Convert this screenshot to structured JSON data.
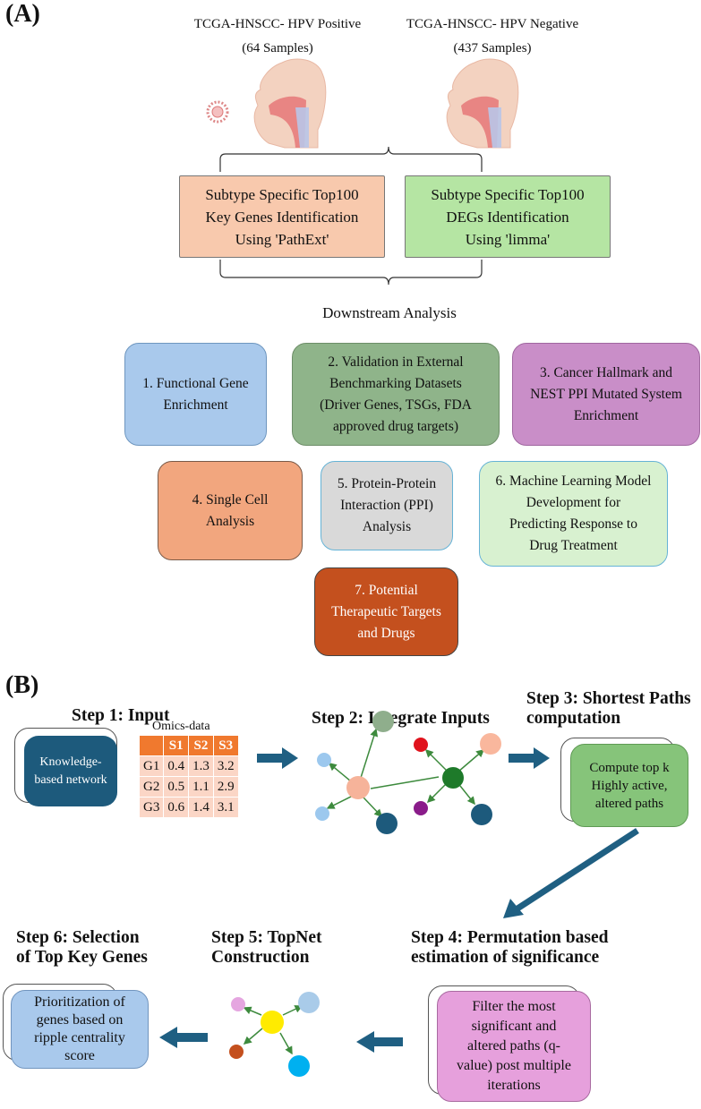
{
  "panel_a": {
    "label": "(A)",
    "header_left": "TCGA-HNSCC- HPV Positive",
    "samples_left": "(64 Samples)",
    "header_right": "TCGA-HNSCC- HPV Negative",
    "samples_right": "(437 Samples)",
    "box_left": [
      "Subtype Specific Top100",
      "Key Genes Identification",
      "Using 'PathExt'"
    ],
    "box_right": [
      "Subtype Specific Top100",
      "DEGs Identification",
      "Using  'limma'"
    ],
    "downstream": "Downstream Analysis",
    "analyses": [
      [
        "1. Functional Gene",
        "Enrichment"
      ],
      [
        "2. Validation in External",
        "Benchmarking  Datasets",
        "(Driver Genes, TSGs, FDA",
        "approved drug targets)"
      ],
      [
        "3. Cancer Hallmark and",
        "NEST PPI Mutated System",
        "Enrichment"
      ],
      [
        "4. Single Cell",
        "Analysis"
      ],
      [
        "5. Protein-Protein",
        "Interaction (PPI)",
        "Analysis"
      ],
      [
        "6. Machine Learning Model",
        "Development for",
        "Predicting Response to",
        "Drug Treatment"
      ],
      [
        "7. Potential",
        "Therapeutic Targets",
        "and Drugs"
      ]
    ],
    "colors": {
      "box_left": "#f8c9ad",
      "box_right": "#b5e5a3",
      "a1": "#a9c9ec",
      "a2": "#8fb48a",
      "a3": "#c98ec8",
      "a4": "#f2a67e",
      "a5": "#d9d9d9",
      "a6": "#d8f1d0",
      "a7": "#c4501e"
    }
  },
  "panel_b": {
    "label": "(B)",
    "step1_title": "Step 1: Input",
    "knowledge_network": [
      "Knowledge-",
      "based network"
    ],
    "omics_title": "Omics-data",
    "omics_header": [
      "",
      "S1",
      "S2",
      "S3"
    ],
    "omics_rows": [
      [
        "G1",
        "0.4",
        "1.3",
        "3.2"
      ],
      [
        "G2",
        "0.5",
        "1.1",
        "2.9"
      ],
      [
        "G3",
        "0.6",
        "1.4",
        "3.1"
      ]
    ],
    "step2_title": "Step 2: Integrate Inputs",
    "step3_title": [
      "Step 3: Shortest Paths",
      "computation"
    ],
    "step3_text": [
      "Compute top k",
      "Highly active,",
      "altered paths"
    ],
    "step4_title": [
      "Step 4: Permutation based",
      "estimation of significance"
    ],
    "step4_text": [
      "Filter the most",
      "significant and",
      "altered paths (q-",
      "value) post multiple",
      "iterations"
    ],
    "step5_title": [
      "Step 5: TopNet",
      "Construction"
    ],
    "step6_title": [
      "Step 6: Selection",
      "of Top Key Genes"
    ],
    "step6_text": [
      "Prioritization of",
      "genes based on",
      "ripple centrality",
      "score"
    ],
    "colors": {
      "knowledge": "#1d5a7c",
      "step3": "#86c47a",
      "step4": "#e6a0dc",
      "step6": "#a9c9ec",
      "arrow": "#1f5f82",
      "edge": "#3d8a3d"
    }
  }
}
